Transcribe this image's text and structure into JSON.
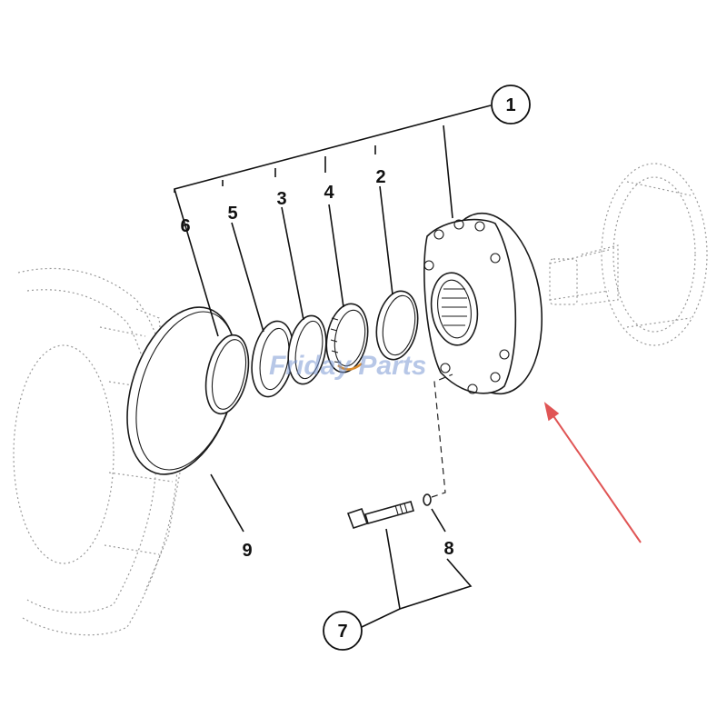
{
  "callouts": {
    "c1": "1",
    "c2": "2",
    "c3": "3",
    "c4": "4",
    "c5": "5",
    "c6": "6",
    "c7": "7",
    "c8": "8",
    "c9": "9"
  },
  "watermark": "Friday Parts",
  "colors": {
    "line": "#111111",
    "arrow": "#e05555",
    "watermark": "#7d9ad4"
  }
}
